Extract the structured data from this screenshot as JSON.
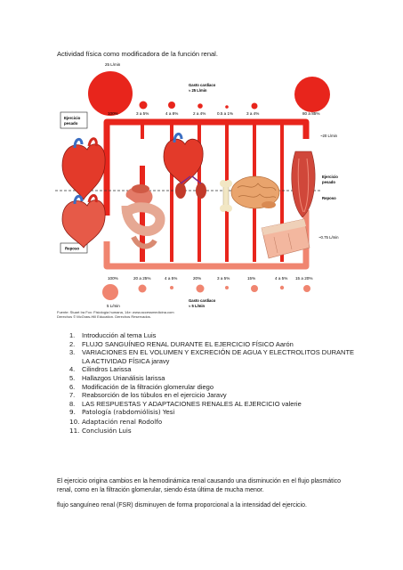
{
  "page": {
    "title": "Actividad física como modificadora de la función renal."
  },
  "figure": {
    "top_circle_label": "25 L/min",
    "cardiac_output_exercise": [
      "Gasto cardíaco",
      "≈ 25 L/min"
    ],
    "cardiac_output_rest": [
      "Gasto cardíaco",
      "≈ 5 L/min"
    ],
    "rest_circle_label": "5 L/min",
    "exercise_percentages": [
      "100%",
      "3 a 5%",
      "4 a 8%",
      "2 a 4%",
      "0.5 a 1%",
      "3 a 4%",
      "80 a 85%"
    ],
    "rest_percentages": [
      "100%",
      "20 a 25%",
      "4 a 5%",
      "20%",
      "3 a 5%",
      "15%",
      "4 a 5%",
      "15 a 20%"
    ],
    "heavy_exercise_label": [
      "Ejercicio",
      "pesado"
    ],
    "rest_label": "Reposo",
    "right_exercise_label": [
      "Ejercicio",
      "pesado"
    ],
    "right_rest_label": "Reposo",
    "flow_exercise": "~20 L/min",
    "flow_rest": "~0.75 L/min",
    "source_credit": [
      "Fuente: Stuart Ira Fox: Fisiología humana, 14e: www.accessmedicina.com",
      "Derechos © McGraw-Hill Education. Derechos Reservados."
    ],
    "colors": {
      "exercise_red": "#e8251c",
      "rest_salmon": "#f08570",
      "tissue_pink": "#f3b79f"
    }
  },
  "agenda": [
    {
      "num": "1.",
      "text": "Introducción al tema    Luis"
    },
    {
      "num": "2.",
      "text": "FLUJO SANGUÍNEO RENAL DURANTE EL EJERCICIO FÍSICO   Aarón"
    },
    {
      "num": "3.",
      "text": "VARIACIONES EN EL VOLUMEN Y EXCRECIÓN DE AGUA Y ELECTROLITOS DURANTE LA ACTIVIDAD FÍSICA jaravy"
    },
    {
      "num": "4.",
      "text": "Cilindros Larissa"
    },
    {
      "num": "5.",
      "text": "Hallazgos Urianálisis larissa"
    },
    {
      "num": "6.",
      "text": "Modificación de la filtración glomerular diego"
    },
    {
      "num": "7.",
      "text": "Reabsorción de los túbulos en el ejercicio Jaravy"
    },
    {
      "num": "8.",
      "text": "LAS RESPUESTAS Y ADAPTACIONES RENALES AL EJERCICIO valerie"
    },
    {
      "num": "9.",
      "text": "Patología (rabdomiólisis)  Yesi"
    },
    {
      "num": "10.",
      "text": "Adaptación renal  Rodolfo"
    },
    {
      "num": "11.",
      "text": "Conclusión Luis"
    }
  ],
  "paragraphs": [
    " El ejercicio origina cambios en la hemodinámica renal causando una disminución en el flujo plasmático renal, como en la filtración glomerular, siendo ésta última de mucha menor.",
    "flujo sanguíneo renal (FSR) disminuyen de forma proporcional a la intensidad del ejercicio."
  ]
}
